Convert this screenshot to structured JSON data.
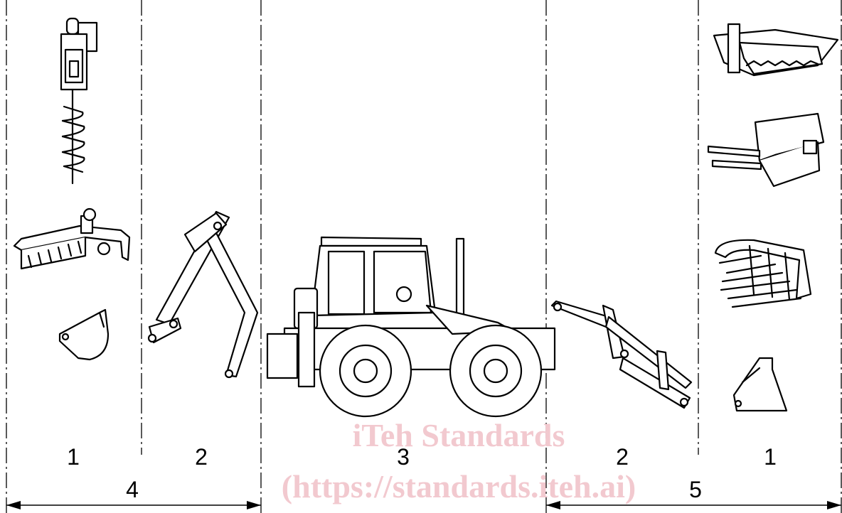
{
  "labels": {
    "col1_left": "1",
    "col2_left": "2",
    "col3": "3",
    "col2_right": "2",
    "col1_right": "1",
    "dim_left": "4",
    "dim_right": "5"
  },
  "watermark": {
    "line1": "iTeh Standards",
    "line2": "(https://standards.iteh.ai)"
  },
  "colors": {
    "line": "#000000",
    "background": "#ffffff",
    "watermark": "#f2c9cf"
  }
}
